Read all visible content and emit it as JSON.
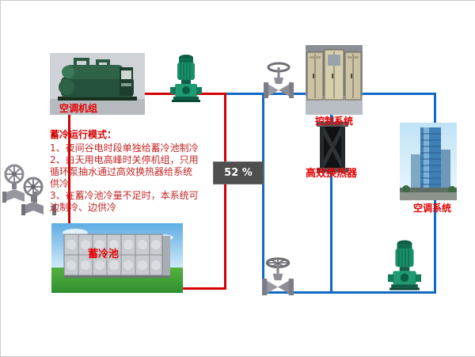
{
  "diagram": {
    "labels": {
      "chiller": "空调机组",
      "control_system": "控制系统",
      "heat_exchanger": "高效换热器",
      "ac_system": "空调系统",
      "storage_tank": "蓄冷池",
      "flow_percent": "52 %"
    },
    "notes": {
      "title": "蓄冷运行模式：",
      "lines": [
        "1、夜间谷电时段单独给蓄冷池制冷",
        "2、白天用电高峰时关停机组，只用",
        "循环泵抽水通过高效换热器给系统",
        "供冷",
        "3、在蓄冷池冷量不足时，本系统可",
        "边制冷、边供冷"
      ]
    },
    "colors": {
      "pipe_chiller_loop": "#d40000",
      "pipe_distribution_loop": "#1069c2",
      "label_red": "#e60000",
      "percent_box_bg": "#4f4f4f"
    }
  }
}
